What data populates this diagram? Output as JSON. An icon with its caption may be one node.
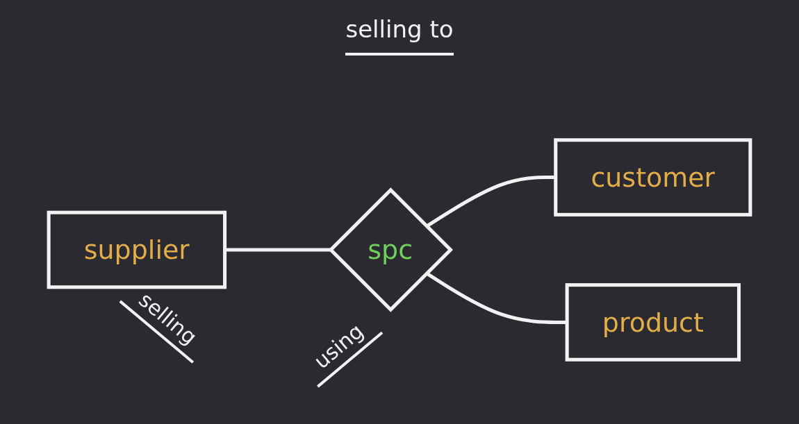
{
  "diagram": {
    "title": "selling to",
    "nodes": [
      {
        "text": [
          "supplier"
        ]
      },
      {
        "text": [
          "spc"
        ]
      },
      {
        "text": [
          "customer"
        ]
      },
      {
        "text": [
          "product"
        ]
      }
    ],
    "edges": [
      {
        "from": 0,
        "to": 1,
        "arrow": "none"
      },
      {
        "from": 1,
        "to": 2,
        "arrow": "none"
      },
      {
        "from": 1,
        "to": 3,
        "arrow": "none"
      }
    ],
    "labels": [
      "selling",
      "using"
    ]
  }
}
